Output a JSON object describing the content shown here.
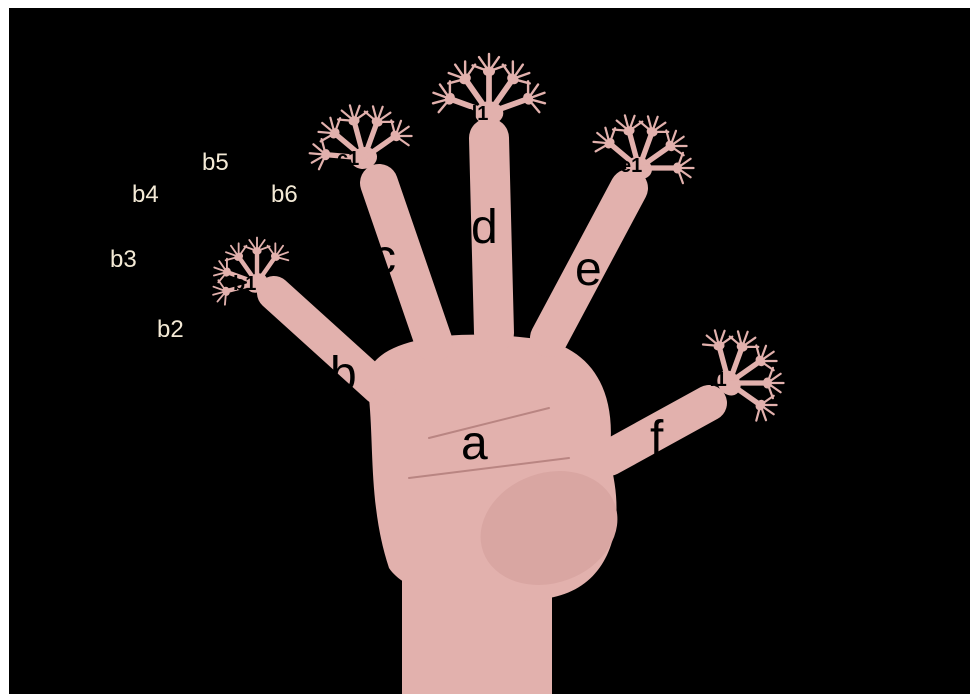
{
  "labels": {
    "a": "a",
    "b": "b",
    "c": "c",
    "d": "d",
    "e": "e",
    "f": "f",
    "b1": "b1",
    "c1": "c1",
    "d1": "d1",
    "e1": "e1",
    "f1": "f1",
    "b2": "b2",
    "b3": "b3",
    "b4": "b4",
    "b5": "b5",
    "b6": "b6"
  },
  "colors": {
    "background": "#000000",
    "skin": "#e2b1ad",
    "skin_shadow": "#b98582",
    "outer_label": "#f4ead6",
    "inner_label": "#000000"
  },
  "content": {
    "subject": "hand with fractal branching fingers",
    "hand_count": 1
  }
}
